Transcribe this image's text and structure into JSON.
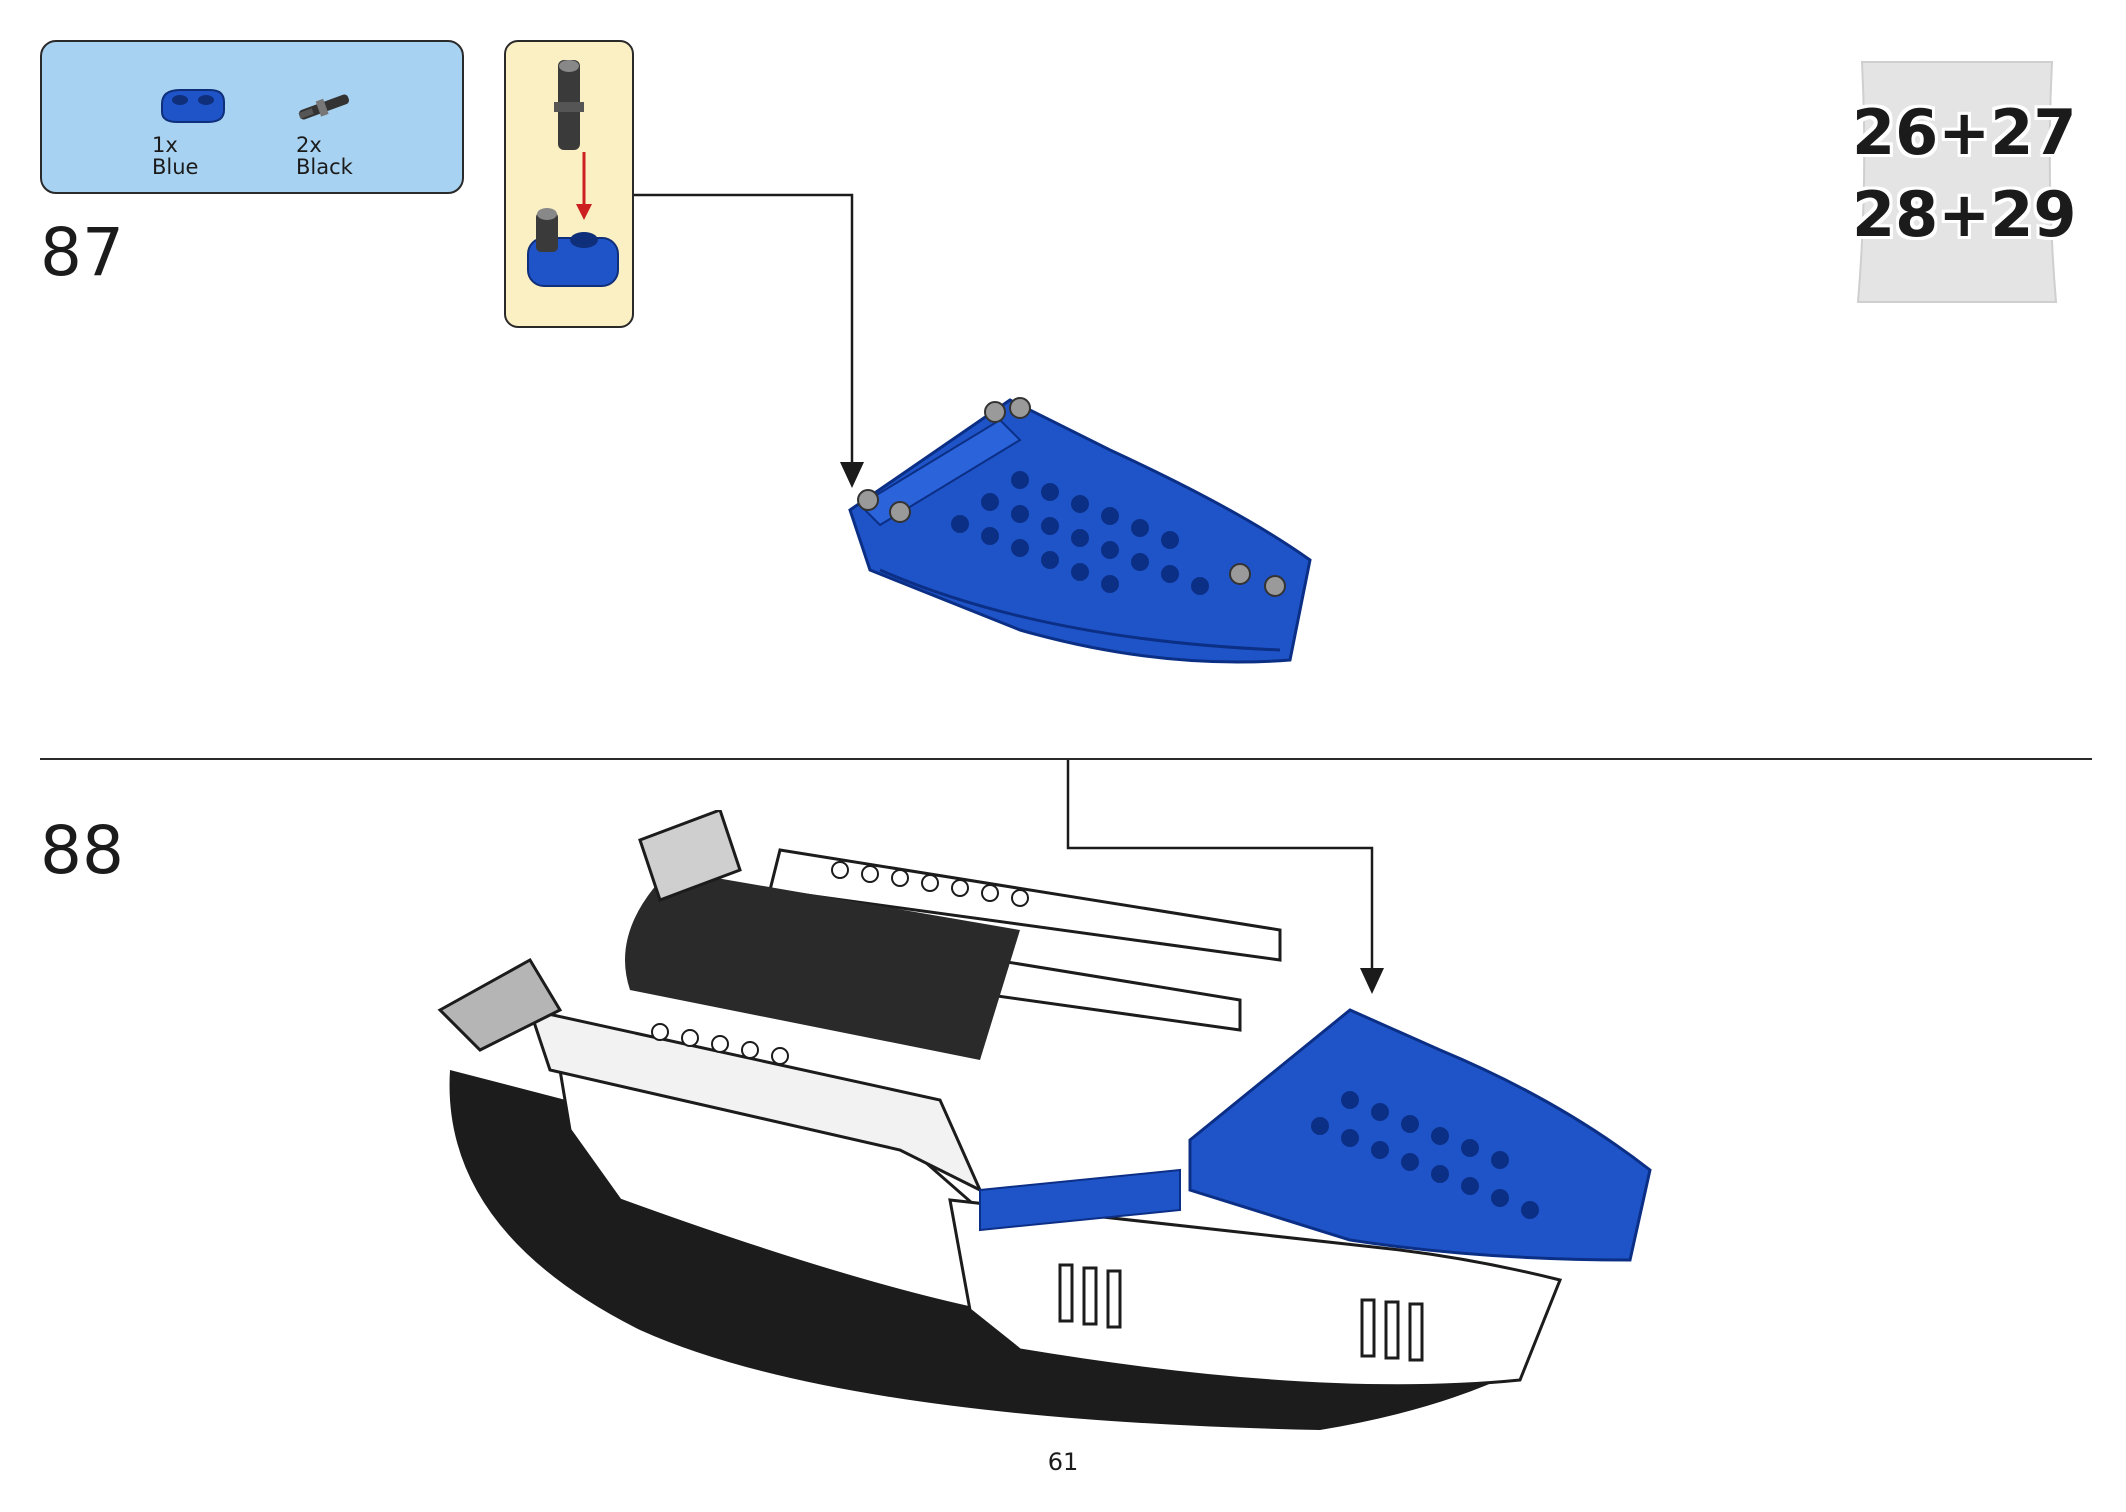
{
  "step_87": {
    "number": "87",
    "parts": [
      {
        "qty": "1x",
        "color_name": "Blue",
        "icon": "blue-beam-2-icon"
      },
      {
        "qty": "2x",
        "color_name": "Black",
        "icon": "black-pin-icon"
      }
    ]
  },
  "step_88": {
    "number": "88"
  },
  "bag": {
    "line1": "26+27",
    "line2": "28+29"
  },
  "page_number": "61",
  "colors": {
    "parts_bg": "#a8d2f1",
    "subassembly_bg": "#fbf0c4",
    "brick_blue": "#1f54c8",
    "hull_black": "#1c1c1c",
    "arrow_red": "#cc1f1f"
  }
}
